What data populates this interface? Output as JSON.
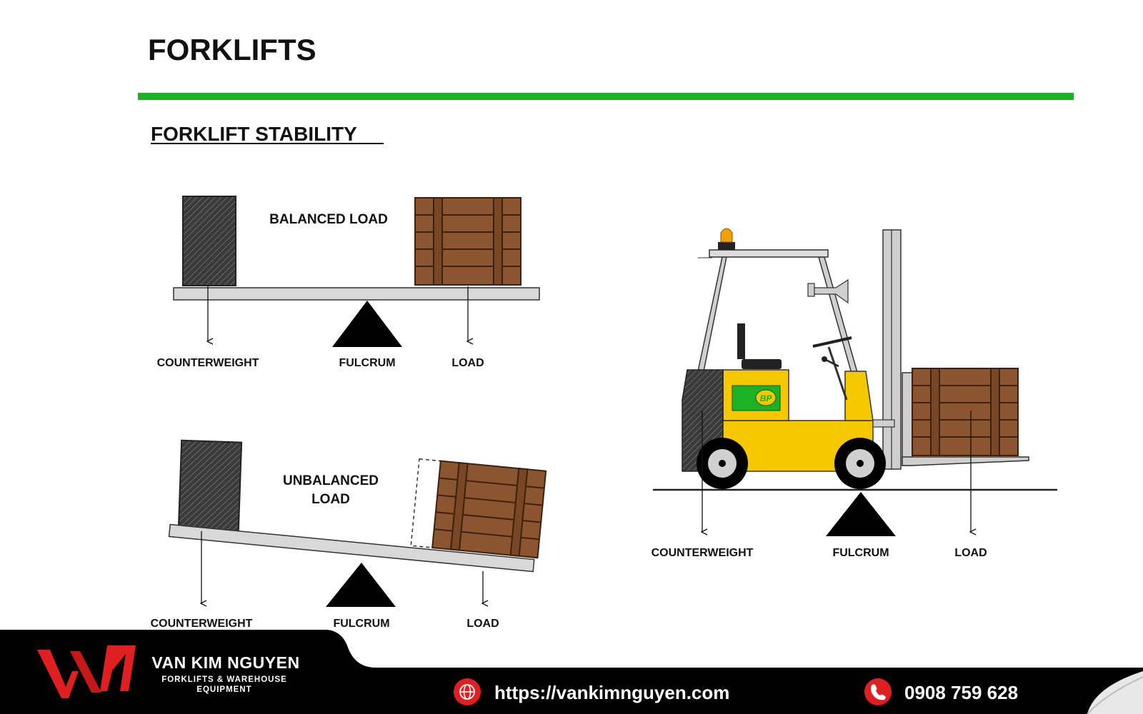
{
  "header": {
    "title": "FORKLIFTS",
    "accent_color": "#1bb224"
  },
  "section": {
    "title": "FORKLIFT STABILITY"
  },
  "diagrams": {
    "balanced": {
      "caption": "BALANCED LOAD",
      "labels": {
        "counterweight": "COUNTERWEIGHT",
        "fulcrum": "FULCRUM",
        "load": "LOAD"
      }
    },
    "unbalanced": {
      "caption_line1": "UNBALANCED",
      "caption_line2": "LOAD",
      "labels": {
        "counterweight": "COUNTERWEIGHT",
        "fulcrum": "FULCRUM",
        "load": "LOAD"
      }
    },
    "forklift": {
      "badge": "BP",
      "labels": {
        "counterweight": "COUNTERWEIGHT",
        "fulcrum": "FULCRUM",
        "load": "LOAD"
      }
    }
  },
  "footer": {
    "logo_text": "VKN",
    "brand_name": "VAN KIM NGUYEN",
    "tagline_line1": "FORKLIFTS & WAREHOUSE",
    "tagline_line2": "EQUIPMENT",
    "website": "https://vankimnguyen.com",
    "phone": "0908 759 628",
    "website_icon": "globe-icon",
    "phone_icon": "phone-icon",
    "brand_color": "#e02020"
  }
}
